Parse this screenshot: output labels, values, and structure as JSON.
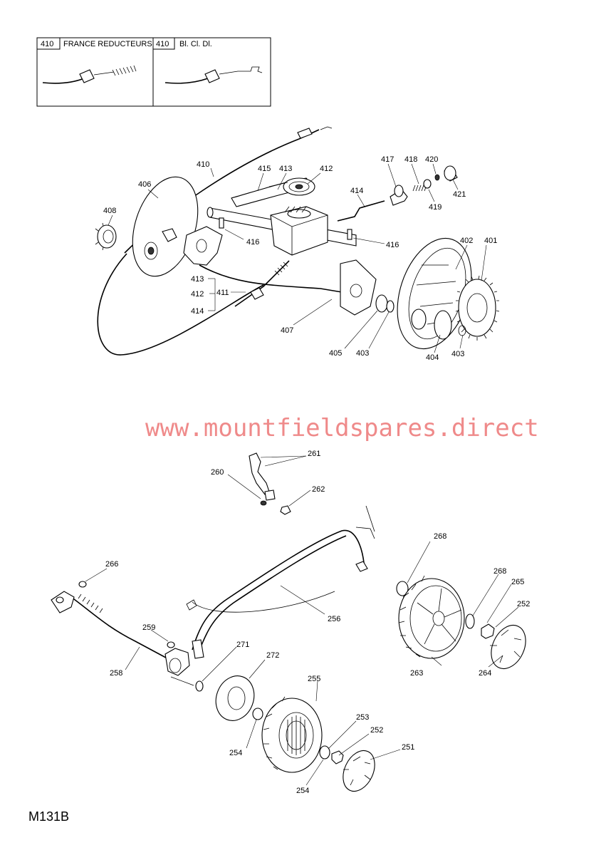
{
  "cable_box": {
    "left_number": "410",
    "left_label": "FRANCE REDUCTEURS",
    "right_number": "410",
    "right_label": "Bl. Cl. Dl."
  },
  "watermark": "www.mountfieldspares.direct",
  "diagram_code": "M131B",
  "callouts": {
    "c410": "410",
    "c406": "406",
    "c408": "408",
    "c415": "415",
    "c413a": "413",
    "c412a": "412",
    "c414a": "414",
    "c417": "417",
    "c418": "418",
    "c420": "420",
    "c421": "421",
    "c419": "419",
    "c416a": "416",
    "c416b": "416",
    "c402": "402",
    "c401": "401",
    "c413b": "413",
    "c412b": "412",
    "c411": "411",
    "c414b": "414",
    "c407": "407",
    "c405": "405",
    "c403a": "403",
    "c404": "404",
    "c403b": "403",
    "c261": "261",
    "c260": "260",
    "c262": "262",
    "c268a": "268",
    "c268b": "268",
    "c265": "265",
    "c252a": "252",
    "c266": "266",
    "c256": "256",
    "c259": "259",
    "c258": "258",
    "c271": "271",
    "c272": "272",
    "c255": "255",
    "c263": "263",
    "c264": "264",
    "c253": "253",
    "c252b": "252",
    "c251": "251",
    "c254a": "254",
    "c254b": "254"
  }
}
